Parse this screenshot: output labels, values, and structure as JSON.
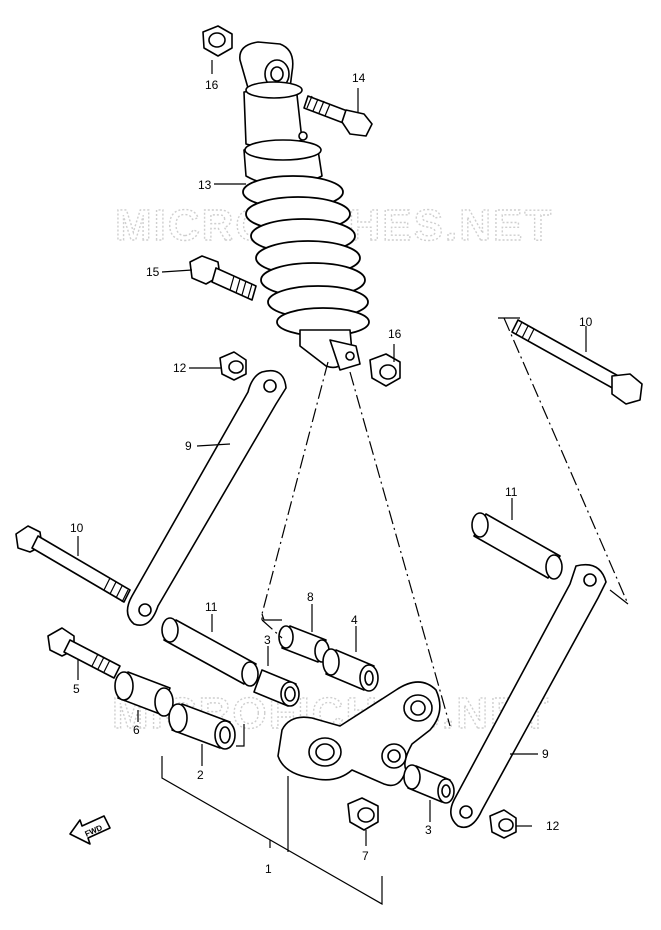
{
  "watermark": "MICROFICHES.NET",
  "fwd_label": "FWD",
  "part_labels": {
    "l16a": "16",
    "l14": "14",
    "l13": "13",
    "l15": "15",
    "l16b": "16",
    "l12a": "12",
    "l10a": "10",
    "l9a": "9",
    "l10b": "10",
    "l11a": "11",
    "l11b": "11",
    "l8": "8",
    "l4": "4",
    "l3a": "3",
    "l5": "5",
    "l6": "6",
    "l2": "2",
    "l9b": "9",
    "l3b": "3",
    "l12b": "12",
    "l7": "7",
    "l1": "1"
  },
  "colors": {
    "ink": "#000000",
    "watermark": "#cfcfcf",
    "background": "#ffffff"
  }
}
